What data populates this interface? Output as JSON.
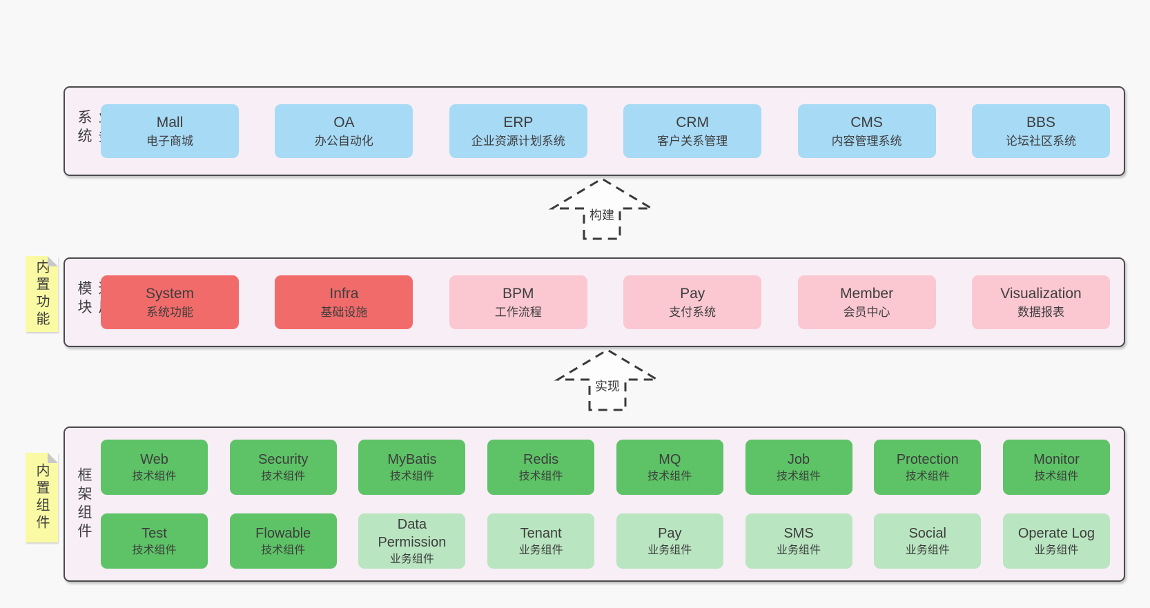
{
  "page": {
    "background": "#f8f8f8",
    "text_color": "#3d3d3d"
  },
  "colors": {
    "container_bg": "#f8eef6",
    "container_border": "#4a4a4a",
    "blue": "#a7daf5",
    "red": "#f26b6b",
    "pink": "#fbc8d2",
    "green": "#5dc366",
    "green_light": "#b9e5c0",
    "tab_bg": "#fafaa5",
    "tab_fold": "#c9c9c9",
    "arrow_fill": "#fdfdfd"
  },
  "arrows": [
    {
      "label": "构建"
    },
    {
      "label": "实现"
    }
  ],
  "sections": [
    {
      "key": "business",
      "side_label": "业务系统",
      "tab": null,
      "rows": [
        [
          {
            "en": "Mall",
            "zh": "电子商城",
            "color": "blue"
          },
          {
            "en": "OA",
            "zh": "办公自动化",
            "color": "blue"
          },
          {
            "en": "ERP",
            "zh": "企业资源计划系统",
            "color": "blue"
          },
          {
            "en": "CRM",
            "zh": "客户关系管理",
            "color": "blue"
          },
          {
            "en": "CMS",
            "zh": "内容管理系统",
            "color": "blue"
          },
          {
            "en": "BBS",
            "zh": "论坛社区系统",
            "color": "blue"
          }
        ]
      ]
    },
    {
      "key": "modules",
      "side_label": "通用模块",
      "tab": "内置功能",
      "rows": [
        [
          {
            "en": "System",
            "zh": "系统功能",
            "color": "red"
          },
          {
            "en": "Infra",
            "zh": "基础设施",
            "color": "red"
          },
          {
            "en": "BPM",
            "zh": "工作流程",
            "color": "pink"
          },
          {
            "en": "Pay",
            "zh": "支付系统",
            "color": "pink"
          },
          {
            "en": "Member",
            "zh": "会员中心",
            "color": "pink"
          },
          {
            "en": "Visualization",
            "zh": "数据报表",
            "color": "pink"
          }
        ]
      ]
    },
    {
      "key": "components",
      "side_label": "框架组件",
      "tab": "内置组件",
      "rows": [
        [
          {
            "en": "Web",
            "zh": "技术组件",
            "color": "green"
          },
          {
            "en": "Security",
            "zh": "技术组件",
            "color": "green"
          },
          {
            "en": "MyBatis",
            "zh": "技术组件",
            "color": "green"
          },
          {
            "en": "Redis",
            "zh": "技术组件",
            "color": "green"
          },
          {
            "en": "MQ",
            "zh": "技术组件",
            "color": "green"
          },
          {
            "en": "Job",
            "zh": "技术组件",
            "color": "green"
          },
          {
            "en": "Protection",
            "zh": "技术组件",
            "color": "green"
          },
          {
            "en": "Monitor",
            "zh": "技术组件",
            "color": "green"
          }
        ],
        [
          {
            "en": "Test",
            "zh": "技术组件",
            "color": "green"
          },
          {
            "en": "Flowable",
            "zh": "技术组件",
            "color": "green"
          },
          {
            "en": "Data Permission",
            "zh": "业务组件",
            "color": "green_light"
          },
          {
            "en": "Tenant",
            "zh": "业务组件",
            "color": "green_light"
          },
          {
            "en": "Pay",
            "zh": "业务组件",
            "color": "green_light"
          },
          {
            "en": "SMS",
            "zh": "业务组件",
            "color": "green_light"
          },
          {
            "en": "Social",
            "zh": "业务组件",
            "color": "green_light"
          },
          {
            "en": "Operate Log",
            "zh": "业务组件",
            "color": "green_light"
          }
        ]
      ]
    }
  ]
}
